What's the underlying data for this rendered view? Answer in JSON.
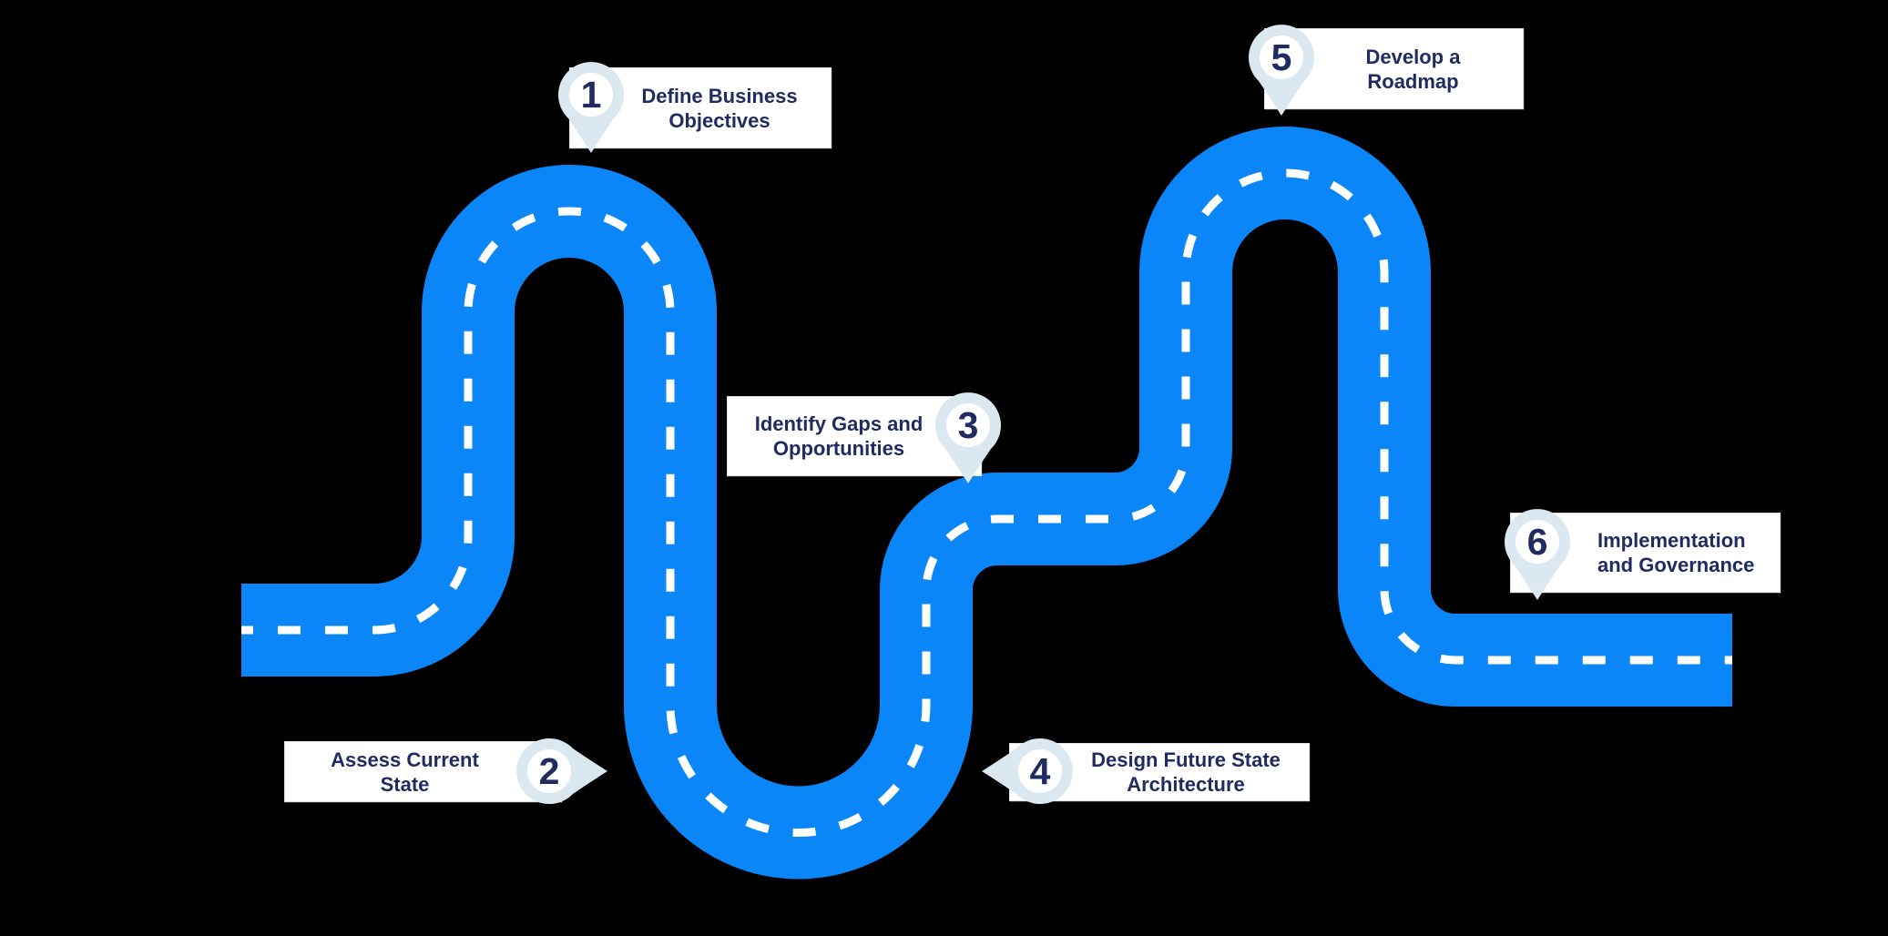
{
  "diagram": {
    "type": "process-roadmap",
    "step_count": 6,
    "colors": {
      "background": "#000000",
      "road": "#0b86f8",
      "road_center_line": "#ffffff",
      "pin_fill": "#dce8f0",
      "pin_inner_circle": "#ffffff",
      "label_text": "#1f2b61",
      "card_background": "#ffffff"
    }
  },
  "milestones": [
    {
      "number": "1",
      "line1": "Define Business",
      "line2": "Objectives",
      "full_label": "Define Business Objectives",
      "pin_direction": "down"
    },
    {
      "number": "2",
      "line1": "Assess Current",
      "line2": "State",
      "full_label": "Assess Current State",
      "pin_direction": "right"
    },
    {
      "number": "3",
      "line1": "Identify Gaps and",
      "line2": "Opportunities",
      "full_label": "Identify Gaps and Opportunities",
      "pin_direction": "down"
    },
    {
      "number": "4",
      "line1": "Design Future State",
      "line2": "Architecture",
      "full_label": "Design Future State Architecture",
      "pin_direction": "left"
    },
    {
      "number": "5",
      "line1": "Develop a",
      "line2": "Roadmap",
      "full_label": "Develop a Roadmap",
      "pin_direction": "down"
    },
    {
      "number": "6",
      "line1": "Implementation",
      "line2": "and Governance",
      "full_label": "Implementation and Governance",
      "pin_direction": "down"
    }
  ]
}
